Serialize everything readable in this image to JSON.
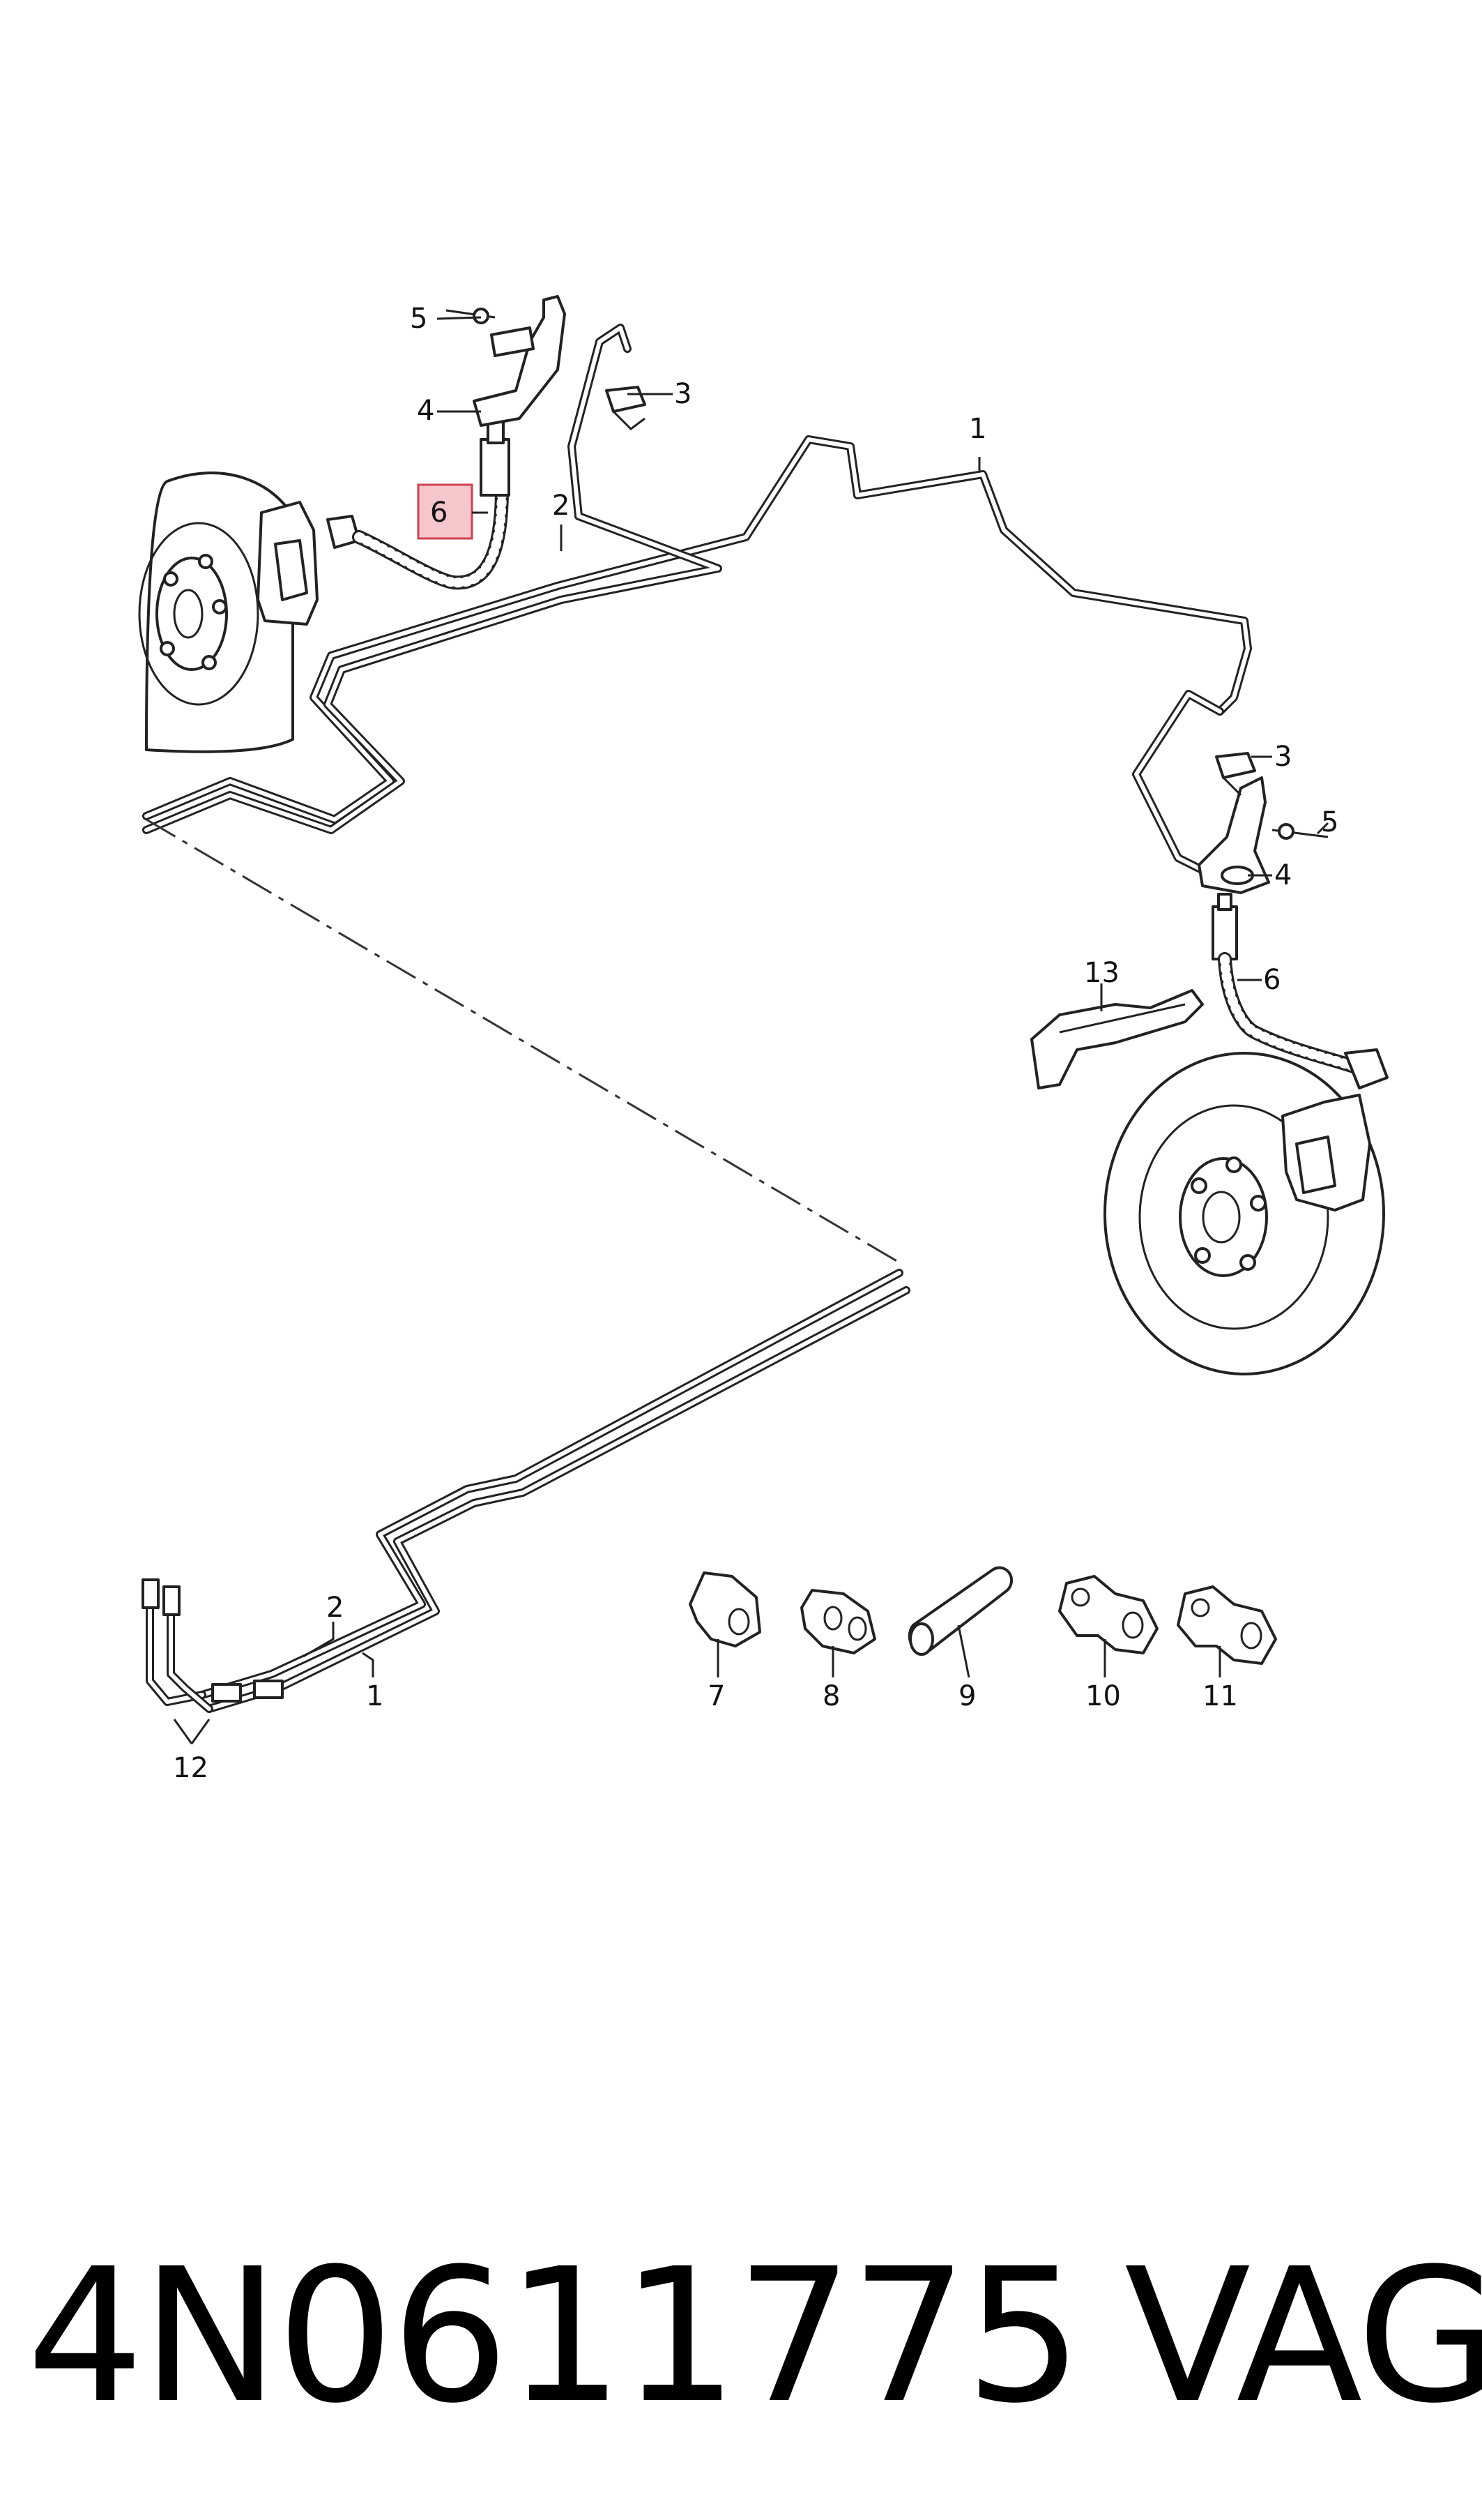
{
  "callouts": {
    "c1_top": "1",
    "c2_top": "2",
    "c3_left": "3",
    "c4_left": "4",
    "c5_left": "5",
    "c6_left": "6",
    "c3_right": "3",
    "c4_right": "4",
    "c5_right": "5",
    "c6_right": "6",
    "c13": "13",
    "c2_bottom": "2",
    "c1_bottom": "1",
    "c12": "12",
    "c7": "7",
    "c8": "8",
    "c9": "9",
    "c10": "10",
    "c11": "11"
  },
  "highlight_color": "#f5c6cb",
  "footer": {
    "part_number": "4N0611775",
    "brand": "VAG"
  }
}
